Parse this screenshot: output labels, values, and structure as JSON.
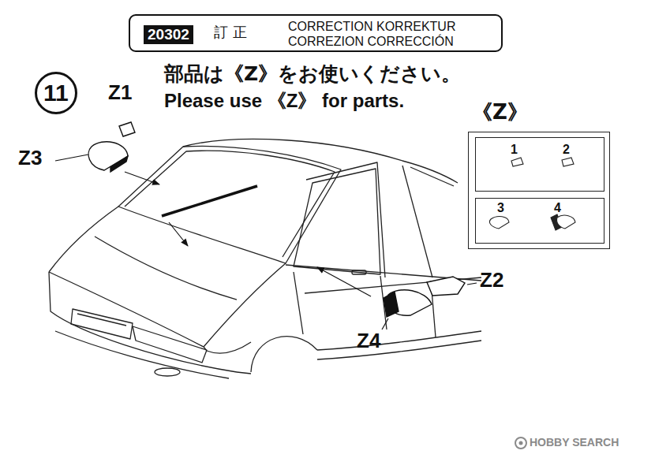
{
  "diagram": {
    "nodes": [
      {
        "text": [
          "訂 正",
          "CORRECTION KORREKTUR CORREZION CORRECCIÓN"
        ]
      },
      {
        "text": [
          "20302"
        ],
        "in": 0
      },
      {
        "text": [
          "11"
        ]
      },
      {
        "text": [
          "《Z》"
        ]
      },
      {
        "text": [
          "1",
          "2"
        ],
        "in": 3
      },
      {
        "text": [
          "3",
          "4"
        ],
        "in": 3
      }
    ],
    "labels": [
      "部品は《Z》をお使いください。",
      "Please use 《Z》 for parts.",
      "Z1",
      "Z3",
      "Z2",
      "Z4",
      "HOBBY SEARCH"
    ]
  }
}
